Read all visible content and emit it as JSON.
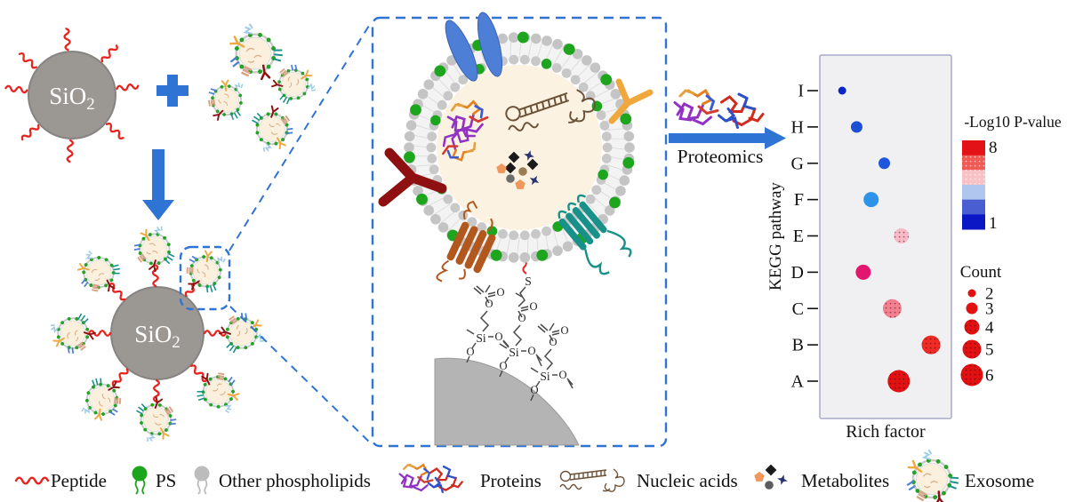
{
  "colors": {
    "accent_blue": "#2f74d4",
    "peptide_red": "#e8221c",
    "ps_green": "#1ea51e",
    "phospholipid_gray": "#bcbcbc",
    "silica_gray": "#9b9894",
    "exosome_fill": "#fbf0de",
    "chart_panel_fill": "#f0eff2",
    "chart_panel_border": "#a9a9c9"
  },
  "left": {
    "sio2_base": "SiO",
    "sio2_sub": "2"
  },
  "molecule": {
    "si_label": "Si",
    "o_label": "O",
    "s_label": "S"
  },
  "proteomics": {
    "label": "Proteomics"
  },
  "chart_data": {
    "type": "scatter",
    "title": "",
    "xlabel": "Rich factor",
    "ylabel": "KEGG pathway",
    "categories_top_to_bottom": [
      "I",
      "H",
      "G",
      "F",
      "E",
      "D",
      "C",
      "B",
      "A"
    ],
    "points": [
      {
        "pathway": "I",
        "x_rel": 0.17,
        "count": 2,
        "color": "#0b26c7",
        "dotted": false
      },
      {
        "pathway": "H",
        "x_rel": 0.28,
        "count": 3,
        "color": "#1c4fd3",
        "dotted": false
      },
      {
        "pathway": "G",
        "x_rel": 0.49,
        "count": 3,
        "color": "#1f57da",
        "dotted": false
      },
      {
        "pathway": "F",
        "x_rel": 0.39,
        "count": 4,
        "color": "#2d93e9",
        "dotted": false
      },
      {
        "pathway": "E",
        "x_rel": 0.62,
        "count": 4,
        "color": "#f7bac6",
        "dotted": true
      },
      {
        "pathway": "D",
        "x_rel": 0.33,
        "count": 4,
        "color": "#e2156f",
        "dotted": false
      },
      {
        "pathway": "C",
        "x_rel": 0.55,
        "count": 5,
        "color": "#f4808f",
        "dotted": true
      },
      {
        "pathway": "B",
        "x_rel": 0.845,
        "count": 5,
        "color": "#ee2b24",
        "dotted": true
      },
      {
        "pathway": "A",
        "x_rel": 0.6,
        "count": 6,
        "color": "#e21111",
        "dotted": true
      }
    ],
    "colorbar": {
      "title": "-Log10 P-value",
      "top_label": "8",
      "bottom_label": "1",
      "segments": [
        {
          "color": "#e31217",
          "dotted": false
        },
        {
          "color": "#ef5a55",
          "dotted": true
        },
        {
          "color": "#f8c2c4",
          "dotted": true
        },
        {
          "color": "#b0c6ee",
          "dotted": false
        },
        {
          "color": "#4a5ed2",
          "dotted": false
        },
        {
          "color": "#0b16c5",
          "dotted": false
        }
      ]
    },
    "count_legend": {
      "title": "Count",
      "counts": [
        2,
        3,
        4,
        5,
        6
      ]
    },
    "legend_position": "right",
    "grid": false
  },
  "legend": {
    "items": [
      {
        "name": "peptide",
        "label": "Peptide"
      },
      {
        "name": "ps",
        "label": "PS"
      },
      {
        "name": "other-phospholipids",
        "label": "Other phospholipids"
      },
      {
        "name": "proteins",
        "label": "Proteins"
      },
      {
        "name": "nucleic-acids",
        "label": "Nucleic acids"
      },
      {
        "name": "metabolites",
        "label": "Metabolites"
      },
      {
        "name": "exosome",
        "label": "Exosome"
      }
    ]
  }
}
